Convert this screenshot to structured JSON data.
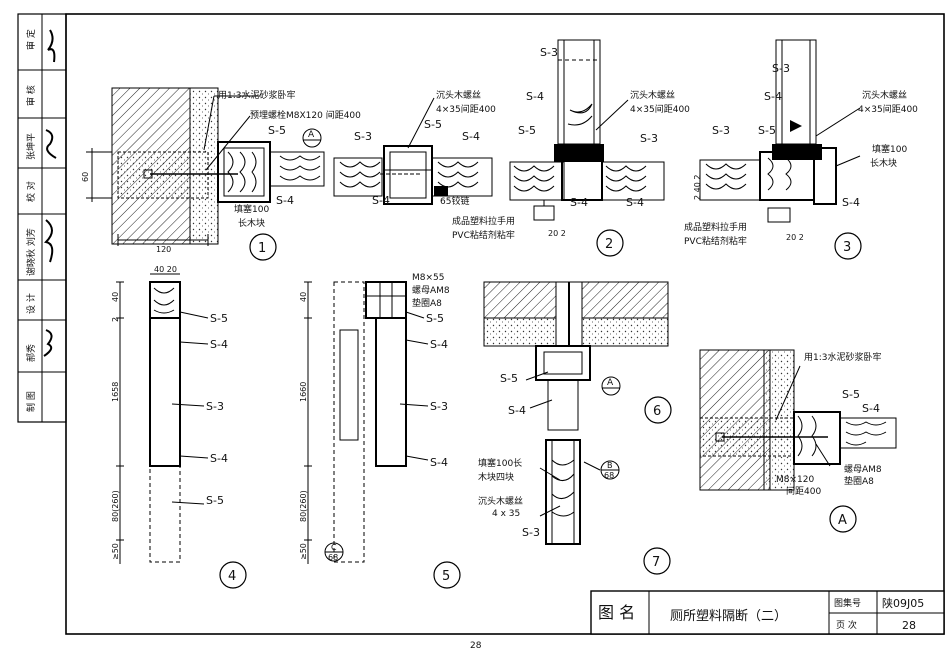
{
  "sidebar": {
    "rows": [
      {
        "role": "审 定",
        "name": "金凡"
      },
      {
        "role": "审 核",
        "name": "张坤平"
      },
      {
        "role": "校 对",
        "name": "谢晓秋 刘芳"
      },
      {
        "role": "设 计",
        "name": "郝秀"
      },
      {
        "role": "制 图",
        "name": ""
      }
    ]
  },
  "titleblock": {
    "name_label": "图 名",
    "title": "厕所塑料隔断（二）",
    "atlas_label": "图集号",
    "atlas_value": "陕09J05",
    "page_label": "页 次",
    "page_value": "28"
  },
  "page_number": "28",
  "detail1": {
    "number": "1",
    "note_mortar": "用1:3水泥砂浆卧牢",
    "note_bolt": "预埋螺栓M8X120 间距400",
    "block": "填塞100",
    "block2": "长木块",
    "dim_120": "120",
    "dim_60": "60",
    "ref": "A"
  },
  "detail2": {
    "number": "2",
    "screw": "沉头木螺丝",
    "screw_spec": "4×35间距400",
    "hinge": "65铰链",
    "handle": "成品塑料拉手用",
    "handle2": "PVC粘结剂粘牢",
    "dim": "20  2"
  },
  "detail3": {
    "number": "3",
    "screw": "沉头木螺丝",
    "screw_spec": "4×35间距400",
    "block": "填塞100",
    "block2": "长木块",
    "handle": "成品塑料拉手用",
    "handle2": "PVC粘结剂粘牢",
    "dim": "20  2",
    "dim_v": "2  40  2"
  },
  "detail4": {
    "number": "4",
    "dims": [
      "40",
      "2",
      "1658",
      "80(260)",
      "≥50"
    ],
    "top": "40  20"
  },
  "detail5": {
    "number": "5",
    "dims": [
      "40",
      "1660",
      "80(260)",
      "≥50"
    ],
    "bolt": "M8×55",
    "nut": "螺母AM8",
    "washer": "垫圈A8",
    "ref_num": "C",
    "ref_page": "68"
  },
  "detail6": {
    "number": "6",
    "ref": "A"
  },
  "detail7": {
    "number": "7",
    "block": "填塞100长",
    "block2": "木块四块",
    "screw": "沉头木螺丝",
    "screw_spec": "4 x 35",
    "ref_num": "B",
    "ref_page": "68"
  },
  "detailA": {
    "number": "A",
    "note_mortar": "用1:3水泥砂浆卧牢",
    "bolt": "M8×120",
    "spacing": "间距400",
    "nut": "螺母AM8",
    "washer": "垫圈A8"
  },
  "section_labels": {
    "s3": "S-3",
    "s4": "S-4",
    "s5": "S-5"
  }
}
